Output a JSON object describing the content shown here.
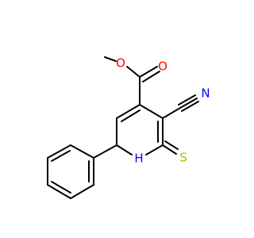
{
  "molecule": {
    "atoms": {
      "O_ether": {
        "symbol": "O",
        "color": "#ff0000"
      },
      "O_carbonyl": {
        "symbol": "O",
        "color": "#ff0000"
      },
      "N_nitrile": {
        "symbol": "N",
        "color": "#0000ff"
      },
      "N_ring": {
        "symbol": "H",
        "color": "#0000ff"
      },
      "S_thione": {
        "symbol": "S",
        "color": "#b8b800"
      }
    },
    "bond_color": "#000000"
  }
}
